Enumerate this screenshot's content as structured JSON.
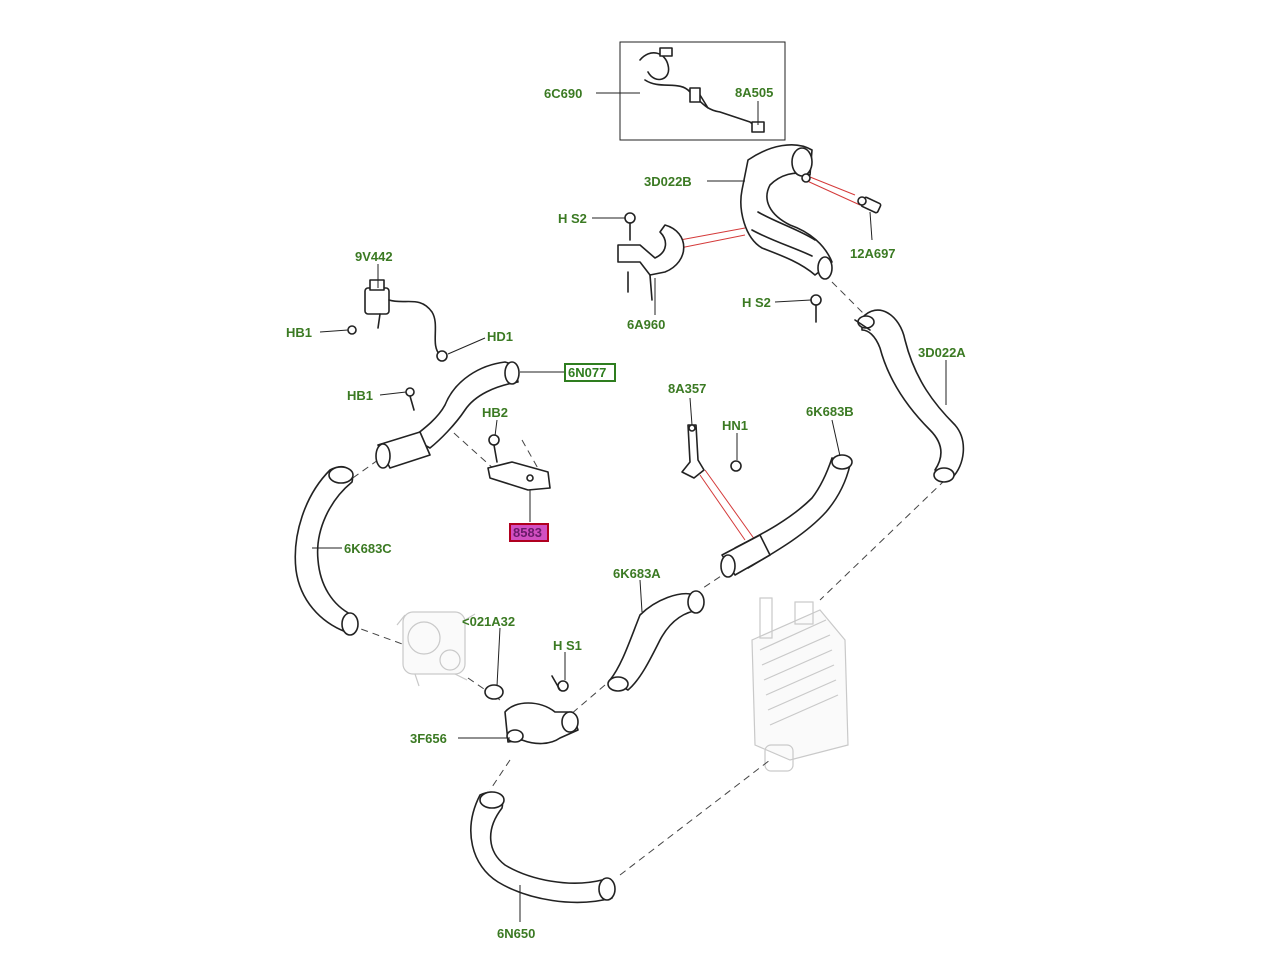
{
  "labels": {
    "6C690": "6C690",
    "8A505": "8A505",
    "3D022B": "3D022B",
    "HS2_top": "H S2",
    "12A697": "12A697",
    "6A960": "6A960",
    "HS2_mid": "H S2",
    "3D022A": "3D022A",
    "9V442": "9V442",
    "HB1_top": "HB1",
    "HD1": "HD1",
    "6N077": "6N077",
    "HB1_mid": "HB1",
    "HB2": "HB2",
    "8583": "8583",
    "8A357": "8A357",
    "HN1": "HN1",
    "6K683B": "6K683B",
    "6K683C": "6K683C",
    "6K683A": "6K683A",
    "021A32": "<021A32",
    "HS1": "H S1",
    "3F656": "3F656",
    "6N650": "6N650"
  },
  "colors": {
    "label": "#3b7a23",
    "box_highlight_green": "#2e7d1f",
    "box_highlight_magenta": "#d24fc2",
    "red_leader": "#d43a3a"
  }
}
